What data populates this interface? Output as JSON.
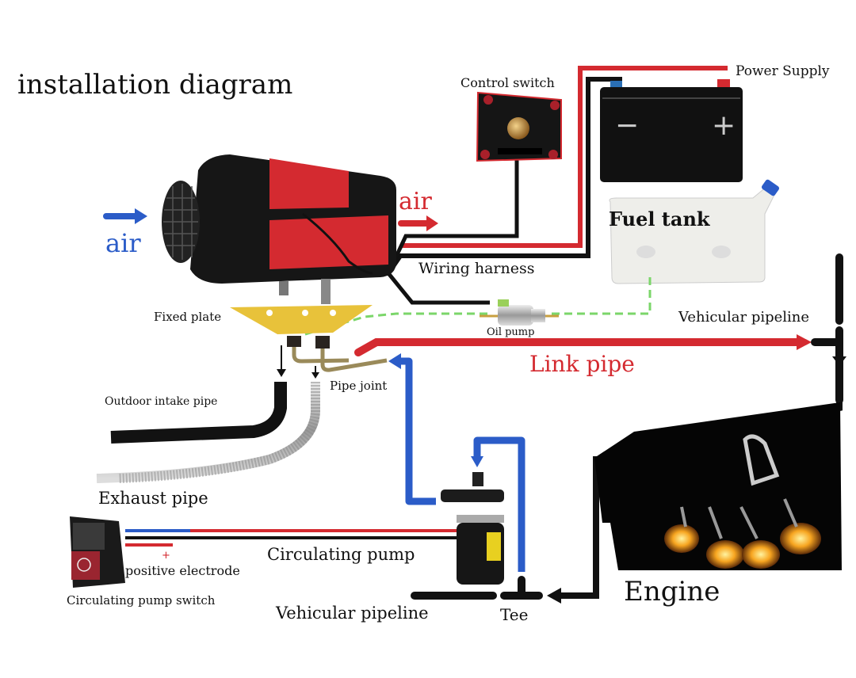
{
  "title": "installation diagram",
  "labels": {
    "air_in": "air",
    "air_out": "air",
    "control_switch": "Control switch",
    "power_supply": "Power Supply",
    "battery_minus": "−",
    "battery_plus": "+",
    "fuel_tank": "Fuel tank",
    "wiring_harness": "Wiring harness",
    "fixed_plate": "Fixed plate",
    "oil_pump": "Oil pump",
    "vehicular_pipeline_top": "Vehicular pipeline",
    "link_pipe": "Link pipe",
    "pipe_joint": "Pipe joint",
    "outdoor_intake_pipe": "Outdoor intake pipe",
    "exhaust_pipe": "Exhaust pipe",
    "circulating_pump": "Circulating pump",
    "positive_mark": "+",
    "positive_electrode": "positive electrode",
    "circulating_pump_switch": "Circulating pump switch",
    "vehicular_pipeline_bottom": "Vehicular pipeline",
    "tee": "Tee",
    "engine": "Engine"
  },
  "colors": {
    "red": "#d42a30",
    "blue": "#2b5cc8",
    "black": "#111111",
    "fuel_line": "#7bd66a",
    "plate": "#e8c23a"
  }
}
